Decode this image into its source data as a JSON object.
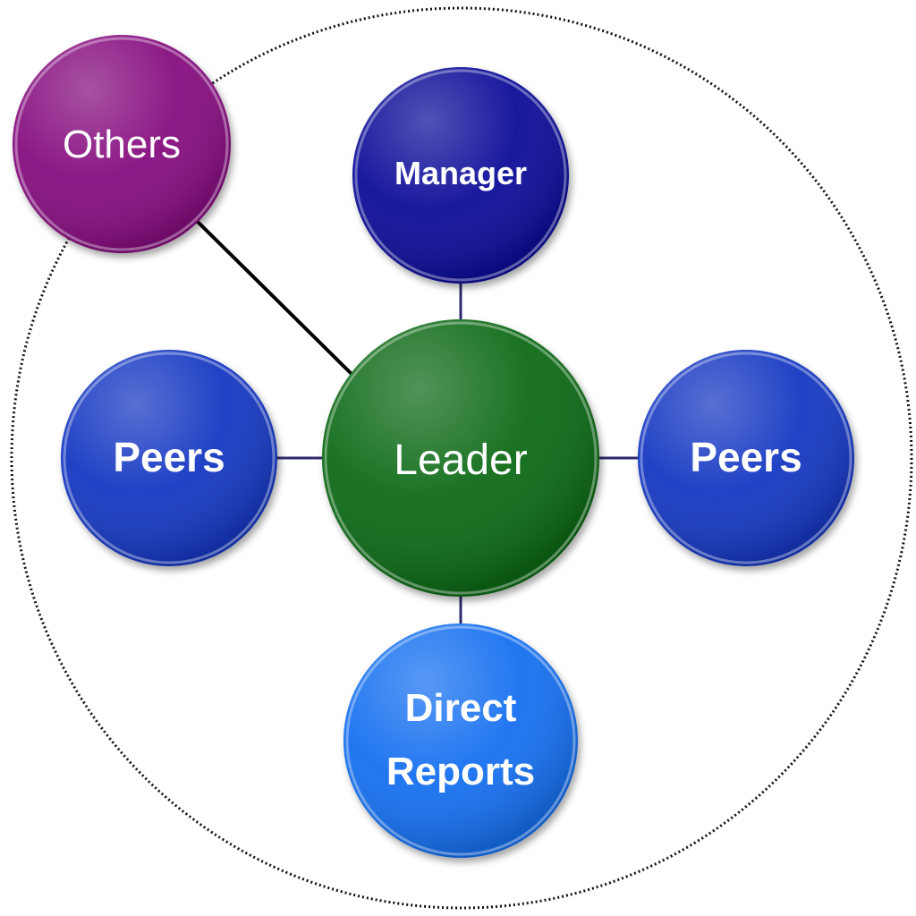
{
  "diagram": {
    "center": {
      "label": "Leader",
      "color": "#0f6b12"
    },
    "nodes": [
      {
        "id": "manager",
        "lines": [
          "Manager"
        ],
        "color": "#0a0f99"
      },
      {
        "id": "peers-left",
        "lines": [
          "Peers"
        ],
        "color": "#1239c2"
      },
      {
        "id": "peers-right",
        "lines": [
          "Peers"
        ],
        "color": "#1239c2"
      },
      {
        "id": "direct-reports",
        "lines": [
          "Direct",
          "Reports"
        ],
        "color": "#1670f0"
      },
      {
        "id": "others",
        "lines": [
          "Others"
        ],
        "color": "#86107f"
      }
    ],
    "connector_color": "#2e2a6e",
    "others_connector_color": "#000000",
    "boundary": "dotted circle"
  }
}
